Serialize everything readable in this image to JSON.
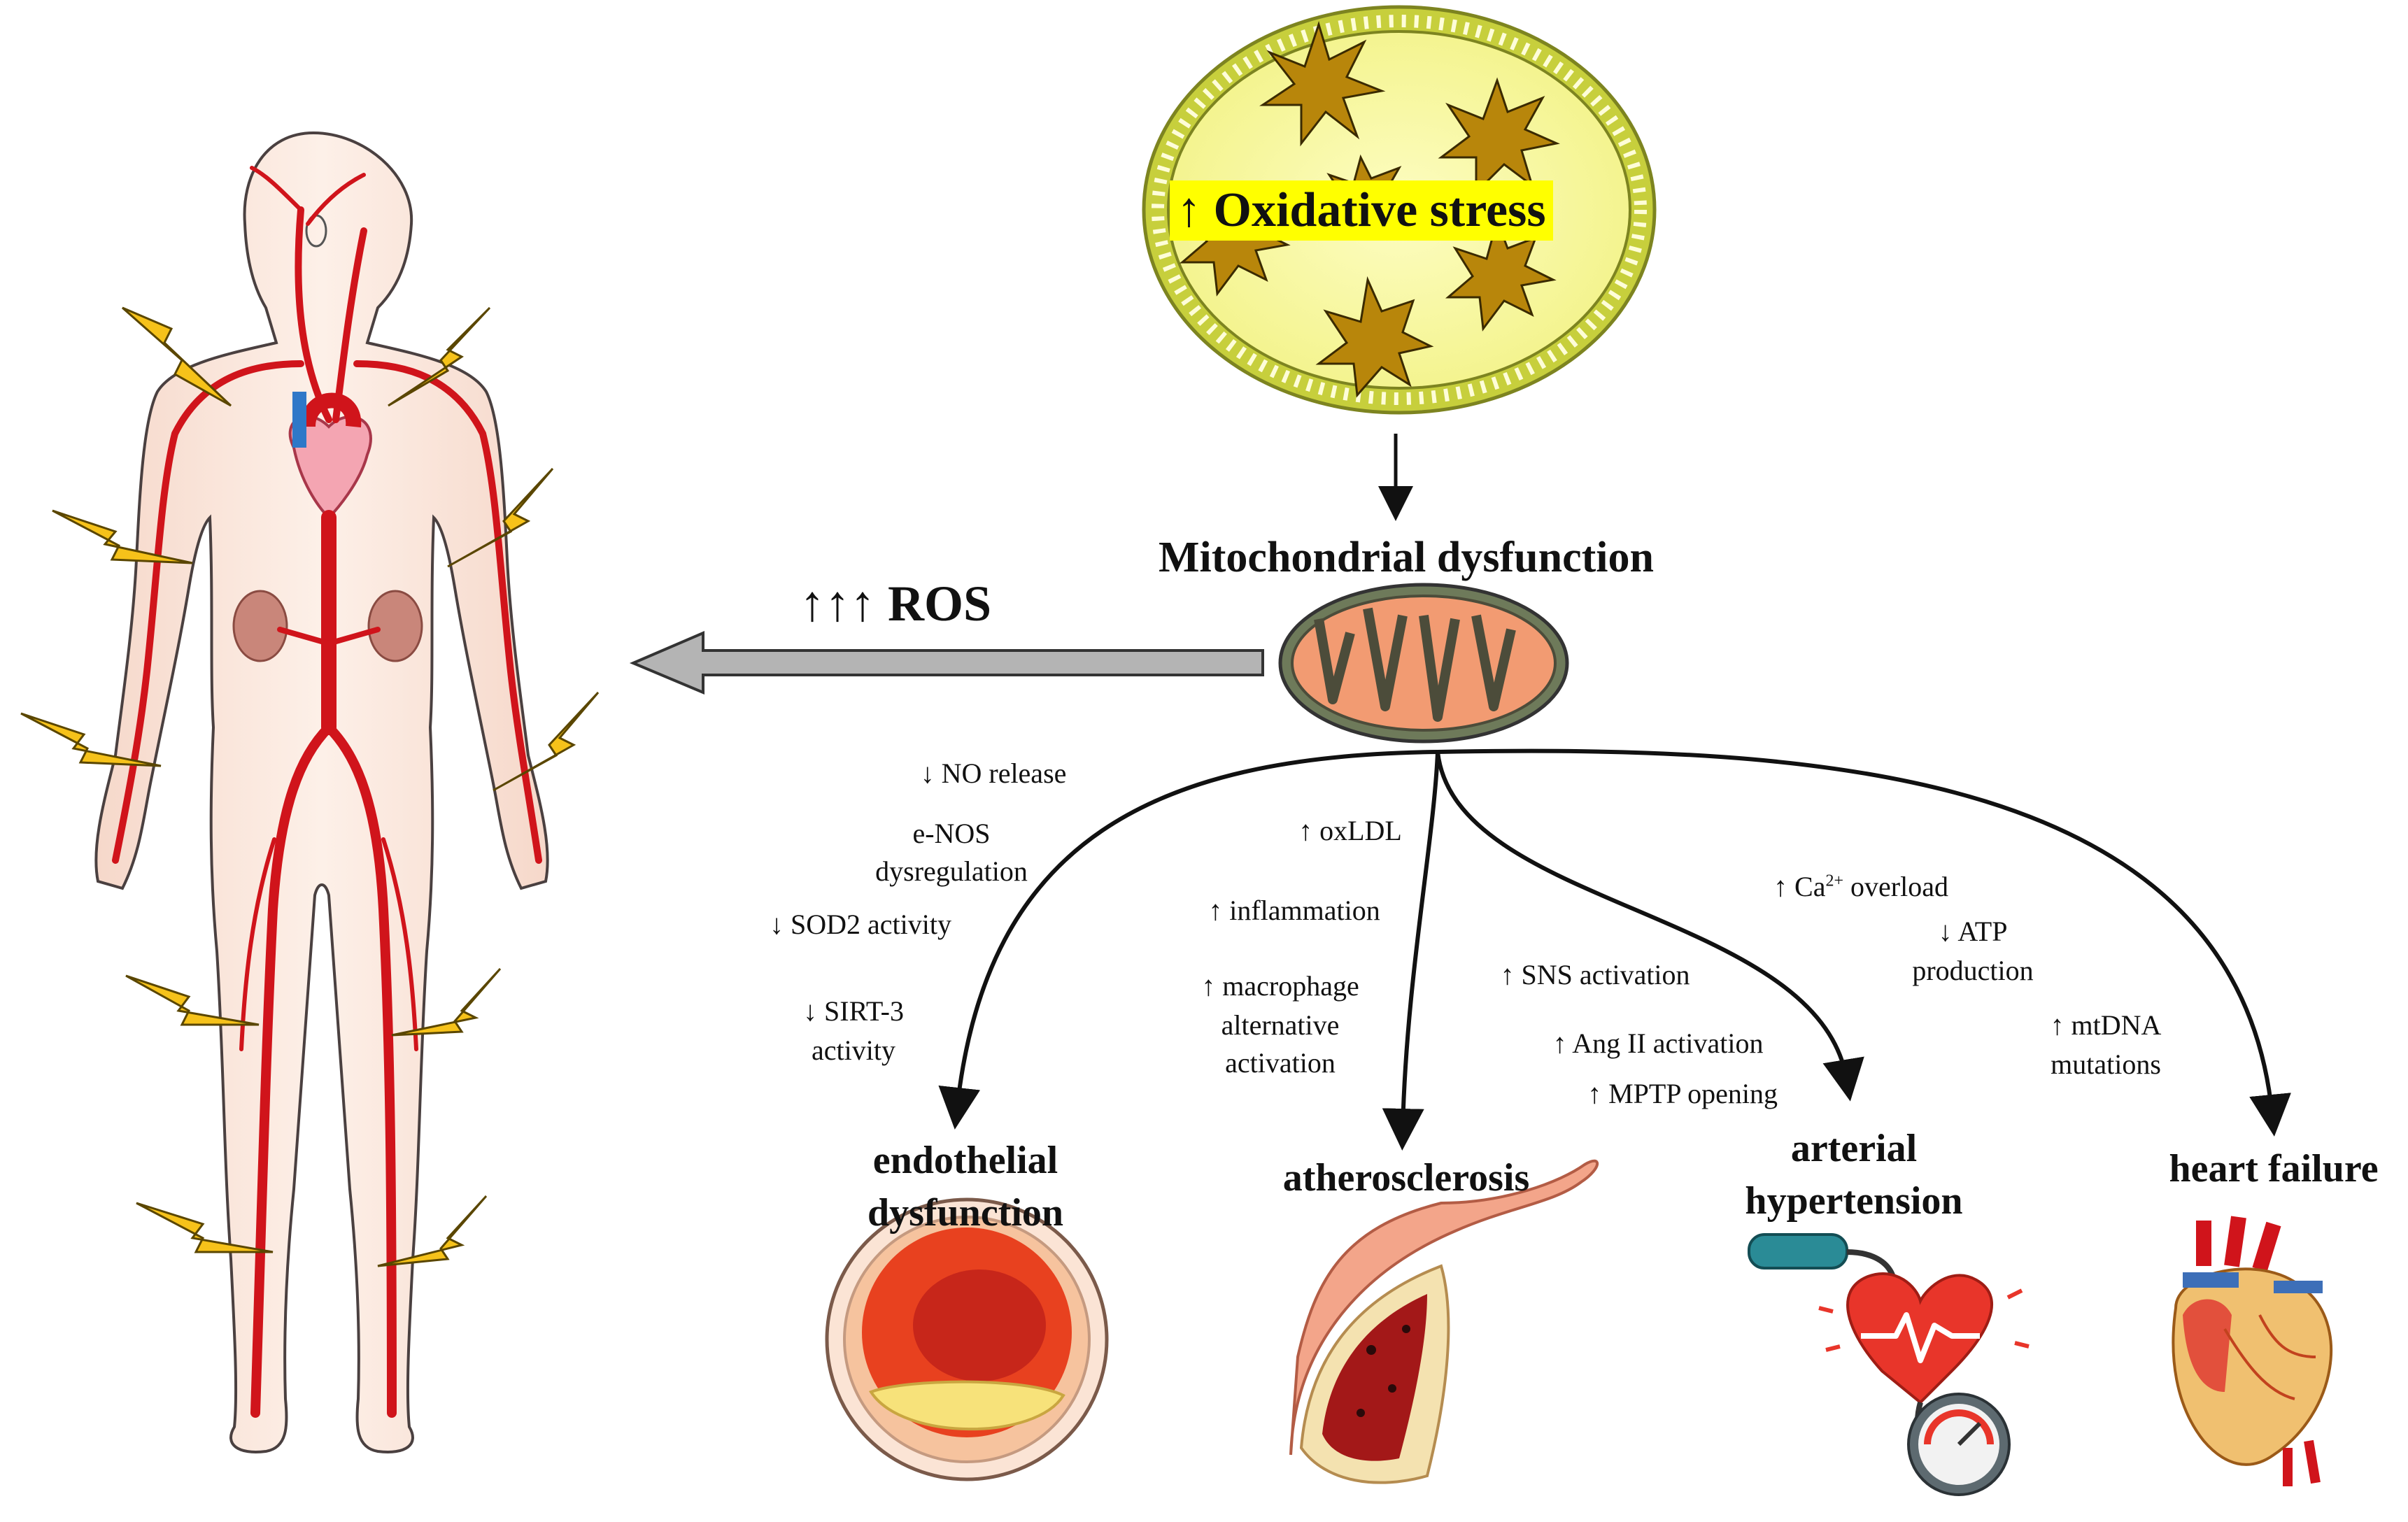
{
  "header": {
    "oxidative_stress": "↑ Oxidative stress",
    "mito_title": "Mitochondrial dysfunction",
    "ros_label": "↑↑↑ ROS"
  },
  "mechanisms": {
    "endothelial": {
      "no_release": "↓ NO release",
      "enos_1": "e-NOS",
      "enos_2": "dysregulation",
      "sod2": "↓ SOD2 activity",
      "sirt3_1": "↓ SIRT-3",
      "sirt3_2": "activity"
    },
    "atherosclerosis": {
      "oxldl": "↑ oxLDL",
      "inflammation": "↑ inflammation",
      "macro_1": "↑ macrophage",
      "macro_2": "alternative",
      "macro_3": "activation"
    },
    "hypertension": {
      "sns": "↑ SNS activation",
      "ang": "↑ Ang II activation",
      "mptp": "↑ MPTP opening"
    },
    "heart_failure": {
      "ca_prefix": "↑ Ca",
      "ca_sup": "2+",
      "ca_suffix": " overload",
      "atp_1": "↓ ATP",
      "atp_2": "production",
      "mtdna_1": "↑ mtDNA",
      "mtdna_2": "mutations"
    }
  },
  "outcomes": {
    "endothelial_1": "endothelial",
    "endothelial_2": "dysfunction",
    "atherosclerosis": "atherosclerosis",
    "hypertension_1": "arterial",
    "hypertension_2": "hypertension",
    "heart_failure": "heart failure"
  },
  "colors": {
    "vessel_red": "#d0141b",
    "skin": "#fbe7dc",
    "lightning": "#f6c21a",
    "mito_orange": "#f29b72",
    "cell_yellow": "#fafaa0",
    "cell_border": "#b3bd2b",
    "ros_star": "#b8860b",
    "arrow_gray": "#b4b4b4"
  }
}
